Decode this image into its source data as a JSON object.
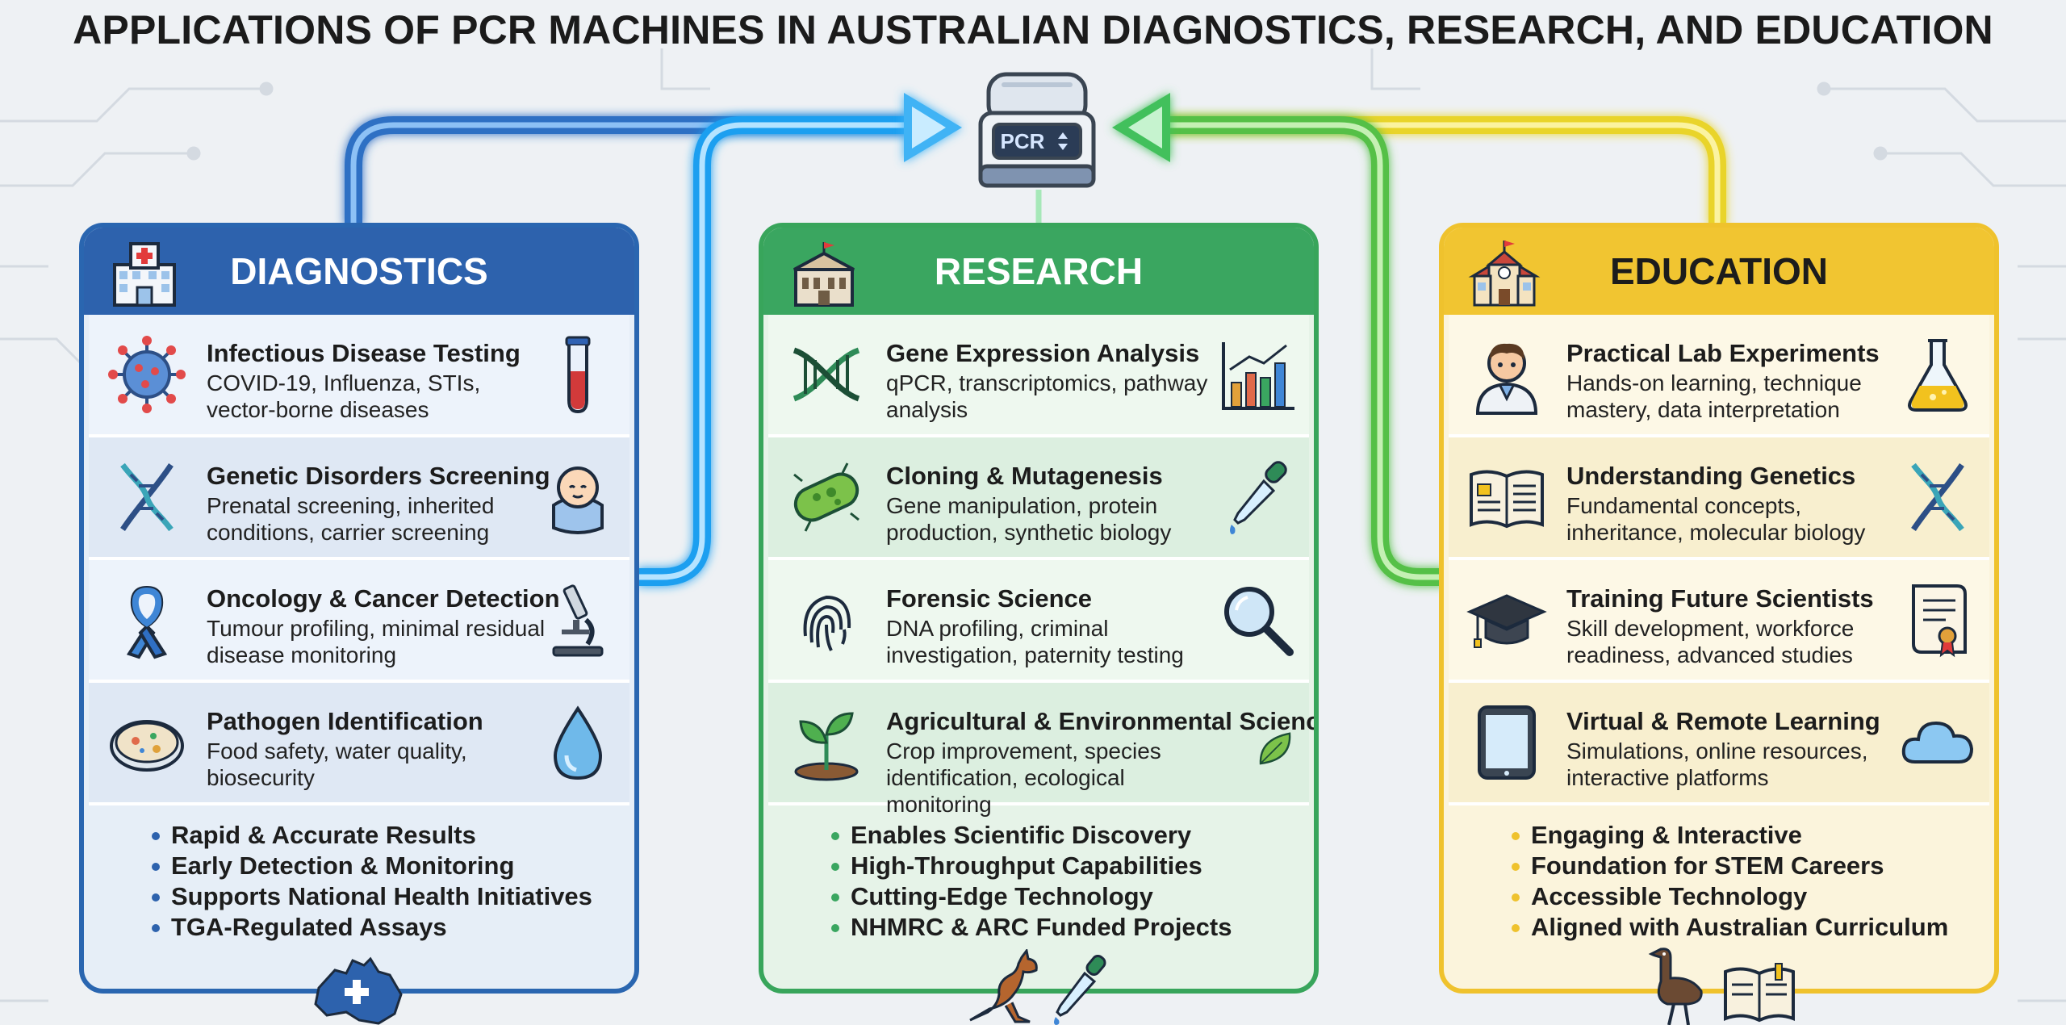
{
  "title": "APPLICATIONS OF PCR MACHINES IN AUSTRALIAN DIAGNOSTICS, RESEARCH, AND EDUCATION",
  "machine": {
    "label": "PCR",
    "icon": "pcr-machine-icon"
  },
  "panels": [
    {
      "title": "DIAGNOSTICS",
      "icon": "hospital-icon",
      "color": "#2d62ad",
      "rows": [
        {
          "title": "Infectious Disease Testing",
          "desc": "COVID-19, Influenza, STIs, vector-borne diseases",
          "left_icon": "virus-icon",
          "right_icon": "test-tube-icon"
        },
        {
          "title": "Genetic Disorders Screening",
          "desc": "Prenatal screening, inherited conditions, carrier screening",
          "left_icon": "dna-icon",
          "right_icon": "baby-icon"
        },
        {
          "title": "Oncology & Cancer Detection",
          "desc": "Tumour profiling, minimal residual disease monitoring",
          "left_icon": "ribbon-icon",
          "right_icon": "microscope-icon"
        },
        {
          "title": "Pathogen Identification",
          "desc": "Food safety, water quality, biosecurity",
          "left_icon": "petri-dish-icon",
          "right_icon": "water-drop-icon"
        }
      ],
      "bullets": [
        "Rapid & Accurate Results",
        "Early Detection & Monitoring",
        "Supports National Health Initiatives",
        "TGA-Regulated Assays"
      ]
    },
    {
      "title": "RESEARCH",
      "icon": "institute-building-icon",
      "color": "#3aa660",
      "rows": [
        {
          "title": "Gene Expression Analysis",
          "desc": "qPCR, transcriptomics, pathway analysis",
          "left_icon": "dna-icon",
          "right_icon": "bar-chart-icon"
        },
        {
          "title": "Cloning & Mutagenesis",
          "desc": "Gene manipulation, protein production, synthetic biology",
          "left_icon": "bacterium-icon",
          "right_icon": "dropper-icon"
        },
        {
          "title": "Forensic Science",
          "desc": "DNA profiling, criminal investigation, paternity testing",
          "left_icon": "fingerprint-icon",
          "right_icon": "magnifier-icon"
        },
        {
          "title": "Agricultural & Environmental Science",
          "desc": "Crop improvement, species identification, ecological monitoring",
          "left_icon": "seedling-icon",
          "right_icon": "leaf-icon"
        }
      ],
      "bullets": [
        "Enables Scientific Discovery",
        "High-Throughput Capabilities",
        "Cutting-Edge Technology",
        "NHMRC & ARC Funded Projects"
      ]
    },
    {
      "title": "EDUCATION",
      "icon": "school-icon",
      "color": "#f1c531",
      "rows": [
        {
          "title": "Practical Lab Experiments",
          "desc": "Hands-on learning, technique mastery, data interpretation",
          "left_icon": "scientist-icon",
          "right_icon": "flask-icon"
        },
        {
          "title": "Understanding Genetics",
          "desc": "Fundamental concepts, inheritance, molecular biology",
          "left_icon": "open-book-icon",
          "right_icon": "dna-icon"
        },
        {
          "title": "Training Future Scientists",
          "desc": "Skill development, workforce readiness, advanced studies",
          "left_icon": "graduation-cap-icon",
          "right_icon": "diploma-icon"
        },
        {
          "title": "Virtual & Remote Learning",
          "desc": "Simulations, online resources, interactive platforms",
          "left_icon": "tablet-icon",
          "right_icon": "cloud-icon"
        }
      ],
      "bullets": [
        "Engaging & Interactive",
        "Foundation for STEM Careers",
        "Accessible Technology",
        "Aligned with Australian Curriculum"
      ]
    }
  ],
  "decorations": [
    "australia-map-icon",
    "kangaroo-icon",
    "dropper-icon",
    "emu-icon",
    "book-icon"
  ]
}
